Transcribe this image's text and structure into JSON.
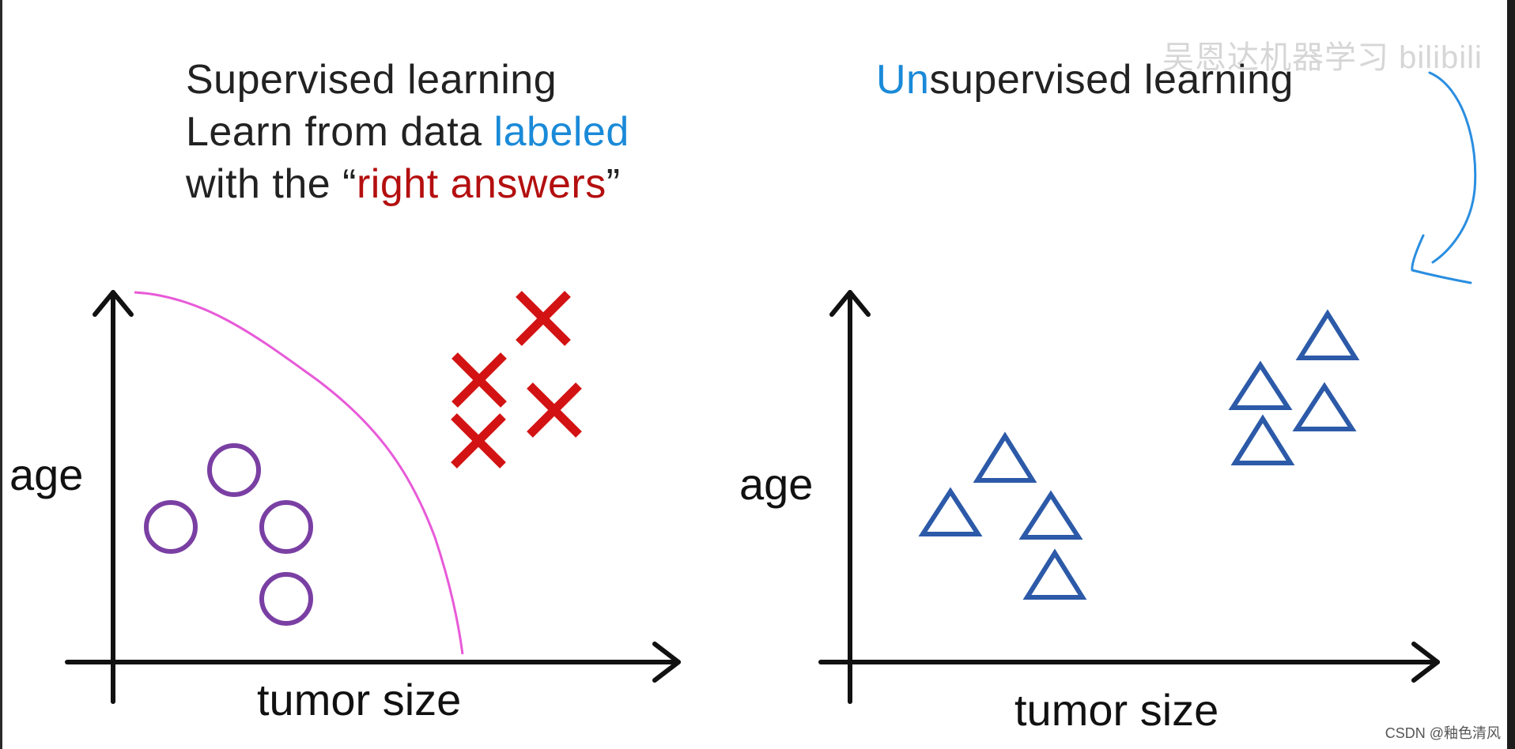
{
  "supervised": {
    "line1": "Supervised learning",
    "line2_prefix": "Learn from data ",
    "line2_highlight": "labeled",
    "line3_prefix": "with the “",
    "line3_highlight": "right answers",
    "line3_suffix": "”",
    "x_label": "tumor size",
    "y_label": "age"
  },
  "unsupervised": {
    "prefix_highlight": "Un",
    "rest": "supervised learning",
    "x_label": "tumor size",
    "y_label": "age"
  },
  "watermark_top": "吴恩达机器学习 bilibili",
  "watermark_bottom": "CSDN @釉色清风",
  "colors": {
    "text": "#222222",
    "highlight_blue": "#1a8ad8",
    "highlight_red": "#b40f0f",
    "circles": "#7a3fa3",
    "crosses": "#d31313",
    "triangles": "#2c5aa8",
    "boundary": "#e85ad8",
    "arrow_annotation": "#2a8ee0"
  }
}
